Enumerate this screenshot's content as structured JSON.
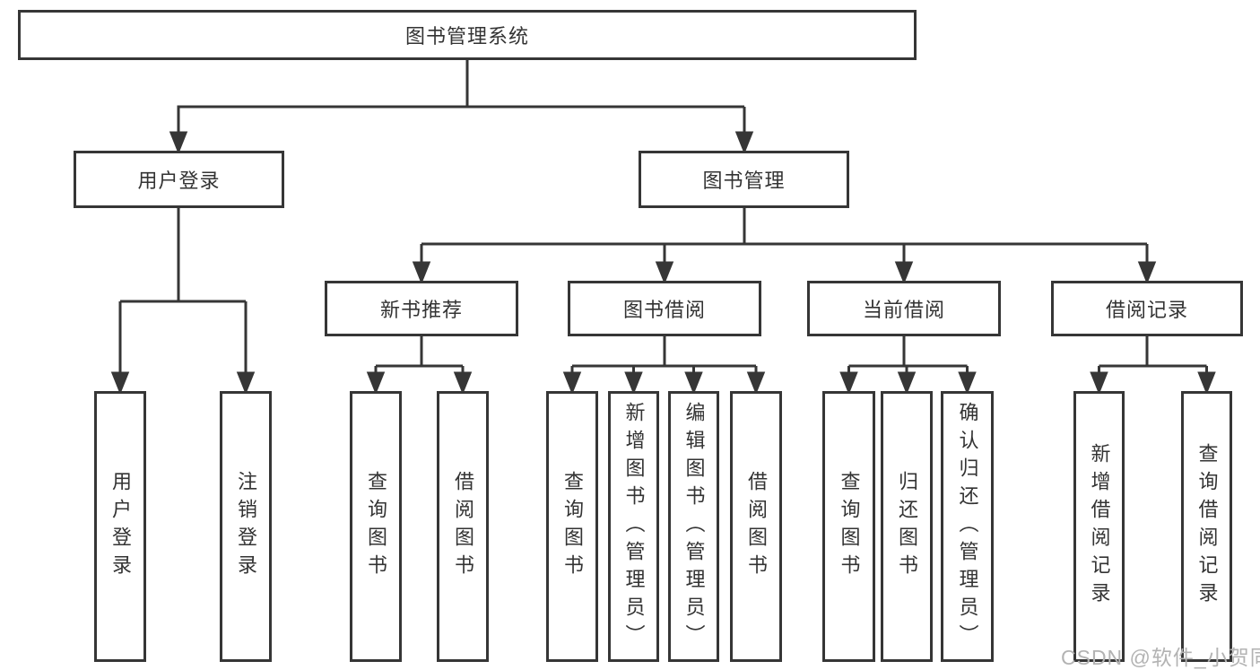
{
  "diagram": {
    "root": {
      "label": "图书管理系统"
    },
    "level2": {
      "user_login": "用户登录",
      "book_mgmt": "图书管理"
    },
    "level3": {
      "new_book_rec": "新书推荐",
      "book_borrow": "图书借阅",
      "current_borrow": "当前借阅",
      "borrow_records": "借阅记录"
    },
    "leaves": {
      "user_login": "用户登录",
      "logout": "注销登录",
      "query_books_1": "查询图书",
      "borrow_books_1": "借阅图书",
      "query_books_2": "查询图书",
      "add_books_admin": "新增图书（管理员）",
      "edit_books_admin": "编辑图书（管理员）",
      "borrow_books_2": "借阅图书",
      "query_books_3": "查询图书",
      "return_books": "归还图书",
      "confirm_return_admin": "确认归还（管理员）",
      "add_borrow_record": "新增借阅记录",
      "query_borrow_record": "查询借阅记录"
    },
    "watermark": "CSDN @软件_小贺同学",
    "colors": {
      "line": "#363636",
      "text": "#333333",
      "watermark": "#b3b3b3"
    }
  }
}
